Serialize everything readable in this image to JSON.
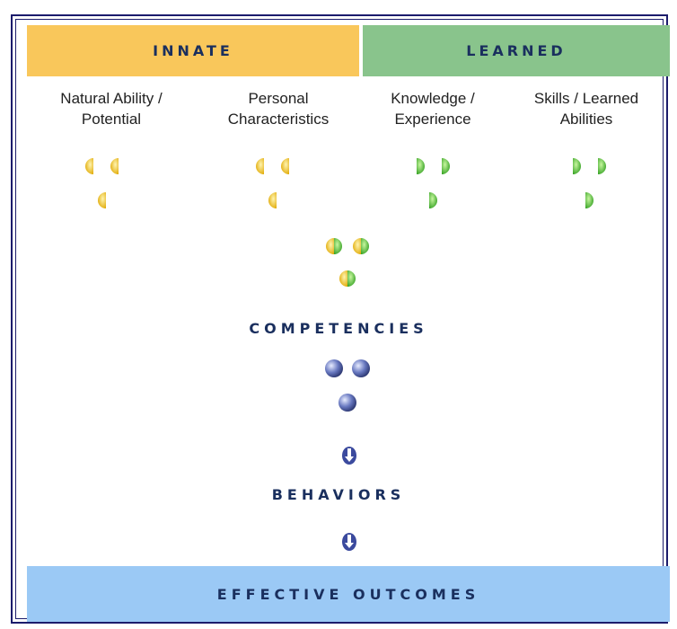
{
  "headers": {
    "innate": "INNATE",
    "learned": "LEARNED"
  },
  "columns": [
    {
      "label_line1": "Natural Ability /",
      "label_line2": "Potential",
      "category": "innate"
    },
    {
      "label_line1": "Personal",
      "label_line2": "Characteristics",
      "category": "innate"
    },
    {
      "label_line1": "Knowledge /",
      "label_line2": "Experience",
      "category": "learned"
    },
    {
      "label_line1": "Skills / Learned",
      "label_line2": "Abilities",
      "category": "learned"
    }
  ],
  "competencies_label": "COMPETENCIES",
  "behaviors_label": "BEHAVIORS",
  "outcomes_label": "EFFECTIVE OUTCOMES",
  "colors": {
    "innate": "#f9c75b",
    "learned": "#89c48c",
    "outcomes": "#9bc9f5",
    "text_dark": "#1a2f5e",
    "border": "#1c1c6c",
    "competency_ball": "#4a5aa8"
  },
  "icons": {
    "innate_marker": "yellow-half-circle-icon",
    "learned_marker": "green-half-circle-icon",
    "combined_marker": "yellow-green-circle-icon",
    "competency_marker": "blue-sphere-icon",
    "arrow": "down-arrow-icon"
  }
}
